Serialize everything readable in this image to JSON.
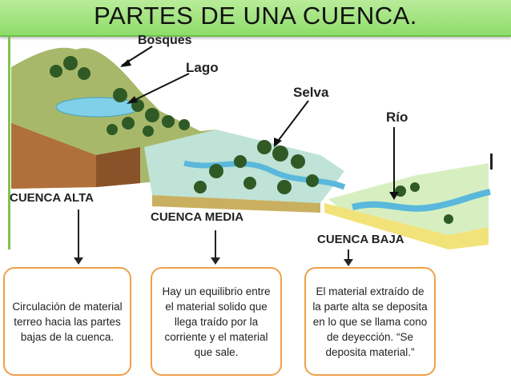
{
  "title": "PARTES DE UNA CUENCA.",
  "labels": {
    "bosques": "Bosques",
    "lago": "Lago",
    "selva": "Selva",
    "rio": "Río",
    "cuenca_alta": "CUENCA ALTA",
    "cuenca_media": "CUENCA MEDIA",
    "cuenca_baja": "CUENCA BAJA"
  },
  "boxes": [
    {
      "text": "Circulación de material terreo hacia las partes bajas de la cuenca."
    },
    {
      "text": "Hay un equilibrio entre el material solido que llega traído por la corriente y el material que sale."
    },
    {
      "text": "El material extraído de la parte alta se deposita en lo que se llama cono de deyección. “Se deposita material.”"
    }
  ],
  "colors": {
    "title_bg": "#9fe07a",
    "box_border": "#f0a04a",
    "water": "#7fd0e8",
    "earth": "#b0703a",
    "forest": "#2f5a26",
    "lowland": "#f2e27a"
  }
}
